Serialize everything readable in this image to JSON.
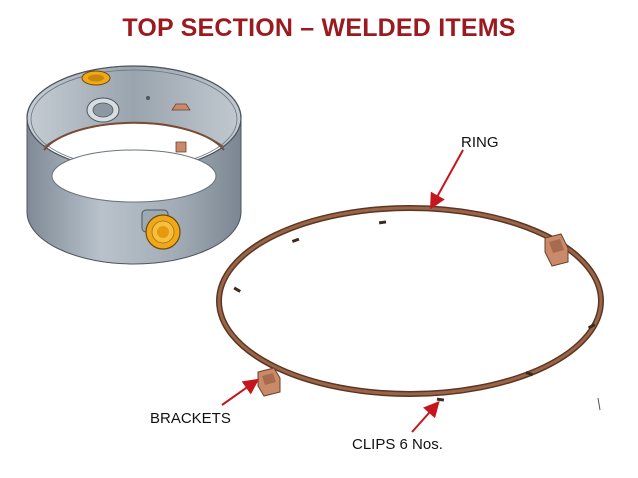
{
  "title": "TOP SECTION – WELDED ITEMS",
  "labels": {
    "ring": "RING",
    "brackets": "BRACKETS",
    "clips": "CLIPS 6 Nos."
  },
  "colors": {
    "title": "#9b1a1f",
    "arrow": "#c4161c",
    "shell": "#a9b3bd",
    "ring": "#8a5a40",
    "bracket": "#c98a6a",
    "flange": "#f0a818"
  }
}
